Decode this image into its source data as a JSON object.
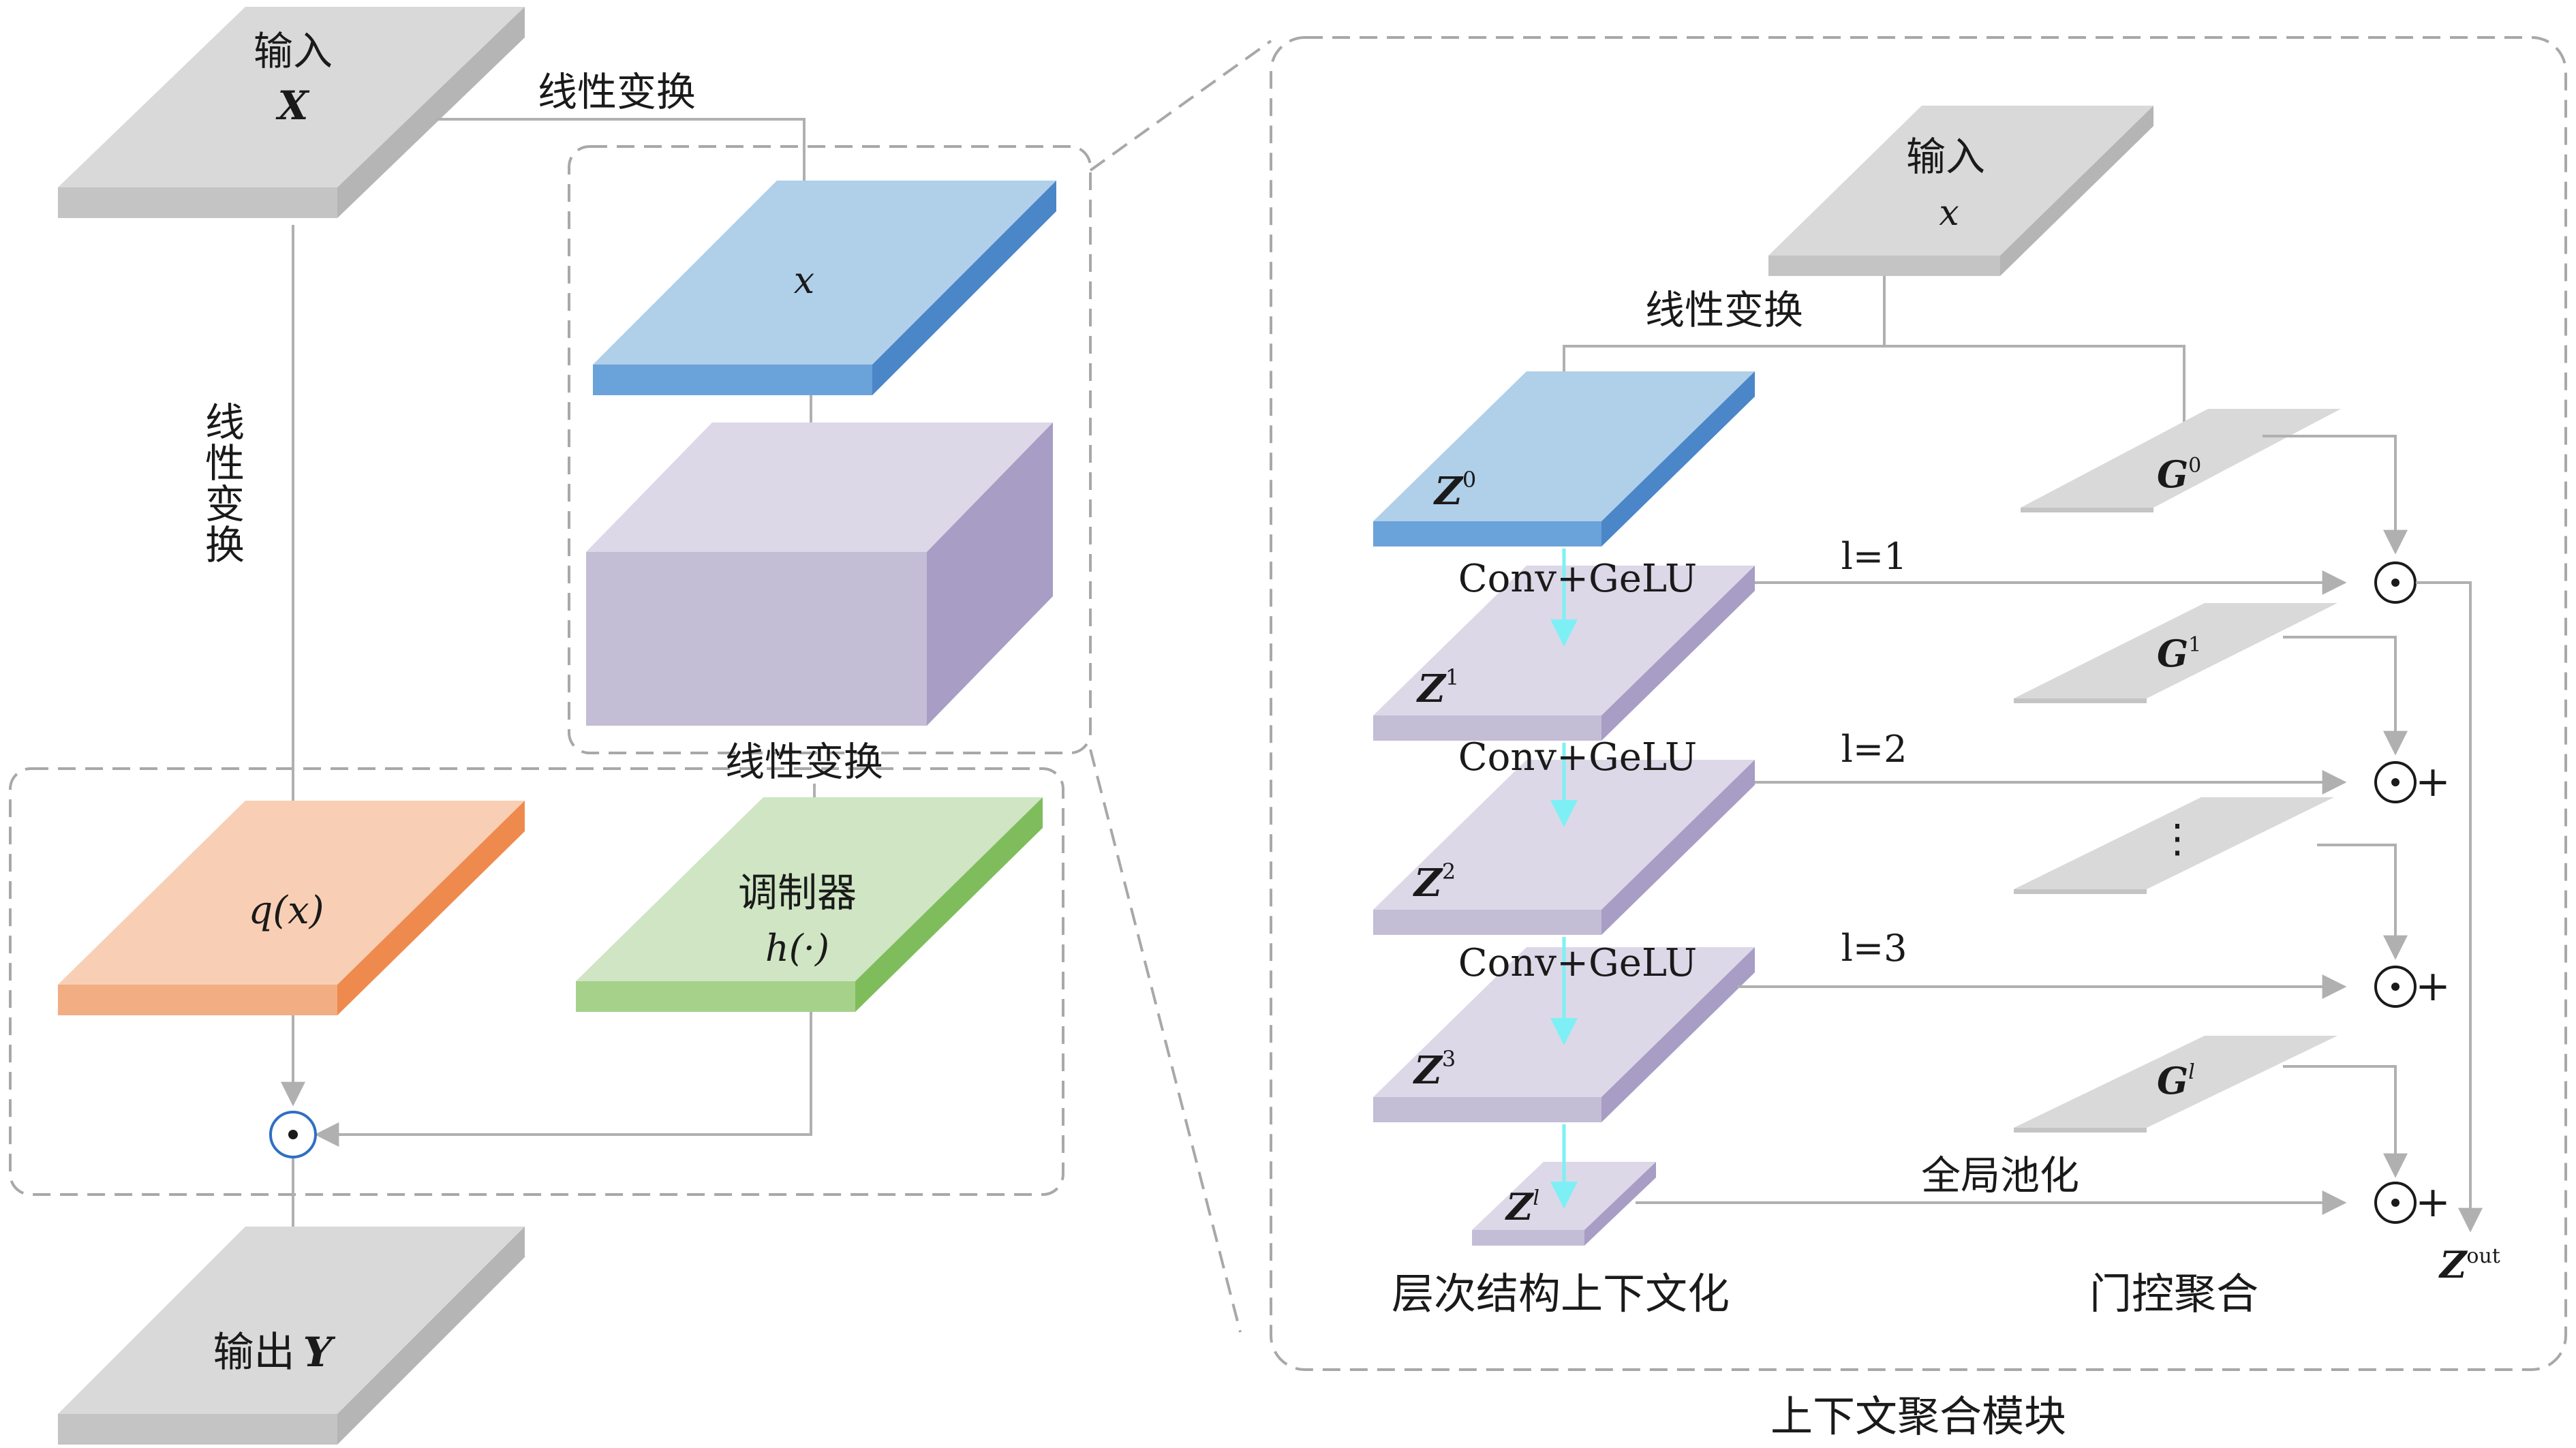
{
  "left": {
    "input_label": "输入",
    "input_var": "X",
    "linear_top": "线性变换",
    "linear_vertical": [
      "线",
      "性",
      "变",
      "换"
    ],
    "x_label": "x",
    "linear_mid": "线性变换",
    "q_label": "q(x)",
    "modulator_label": "调制器",
    "modulator_func": "h(·)",
    "output_label": "输出",
    "output_var": "Y"
  },
  "right": {
    "input_label": "输入",
    "input_var": "x",
    "linear_label": "线性变换",
    "z_labels": [
      "Z",
      "Z",
      "Z",
      "Z",
      "Z"
    ],
    "z_sups": [
      "0",
      "1",
      "2",
      "3",
      "l"
    ],
    "conv_labels": [
      "Conv+GeLU",
      "Conv+GeLU",
      "Conv+GeLU"
    ],
    "l_labels": [
      "l=1",
      "l=2",
      "l=3"
    ],
    "g_labels": [
      "G",
      "G",
      "G"
    ],
    "g_sups": [
      "0",
      "1",
      "l"
    ],
    "vdots": "⋮",
    "global_pool": "全局池化",
    "plus": "+",
    "zout_var": "Z",
    "zout_sup": "out",
    "hier_label": "层次结构上下文化",
    "gate_label": "门控聚合",
    "module_caption": "上下文聚合模块"
  },
  "colors": {
    "gray_top": "#d9d9d9",
    "gray_side": "#bfbfbf",
    "blue_top": "#b0cfe9",
    "blue_side": "#4a86c8",
    "purple_top": "#dcd8e8",
    "purple_side": "#a89dc4",
    "orange_top": "#f8cfb5",
    "orange_side": "#ee8a4e",
    "green_top": "#cfe5c3",
    "green_side": "#7fbd5c",
    "cyan": "#7ef0f5",
    "odot_blue": "#2f6fc4"
  }
}
